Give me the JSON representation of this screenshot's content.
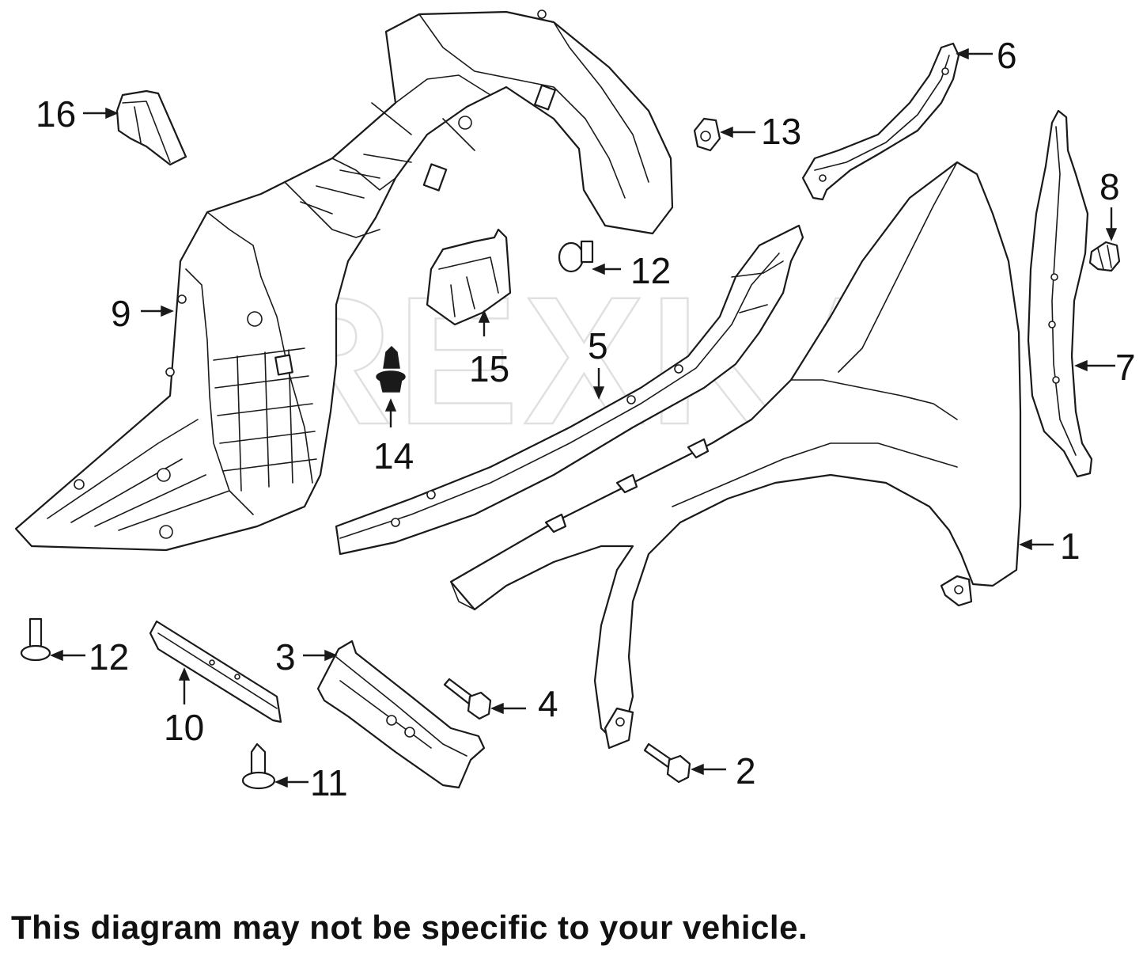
{
  "diagram": {
    "watermark": "REXKA",
    "disclaimer": "This diagram may not be specific to your vehicle.",
    "callouts": [
      {
        "id": "fender",
        "label": "1"
      },
      {
        "id": "fender-bolt",
        "label": "2"
      },
      {
        "id": "lower-bracket",
        "label": "3"
      },
      {
        "id": "bracket-bolt",
        "label": "4"
      },
      {
        "id": "fender-rail",
        "label": "5"
      },
      {
        "id": "upper-bracket",
        "label": "6"
      },
      {
        "id": "rear-seal",
        "label": "7"
      },
      {
        "id": "seal-clip",
        "label": "8"
      },
      {
        "id": "fender-liner",
        "label": "9"
      },
      {
        "id": "splash-shield",
        "label": "10"
      },
      {
        "id": "shield-rivet",
        "label": "11"
      },
      {
        "id": "liner-rivet-upper",
        "label": "12"
      },
      {
        "id": "liner-rivet-lower",
        "label": "12"
      },
      {
        "id": "nut",
        "label": "13"
      },
      {
        "id": "push-clip",
        "label": "14"
      },
      {
        "id": "insulator",
        "label": "15"
      },
      {
        "id": "liner-bracket",
        "label": "16"
      }
    ]
  }
}
